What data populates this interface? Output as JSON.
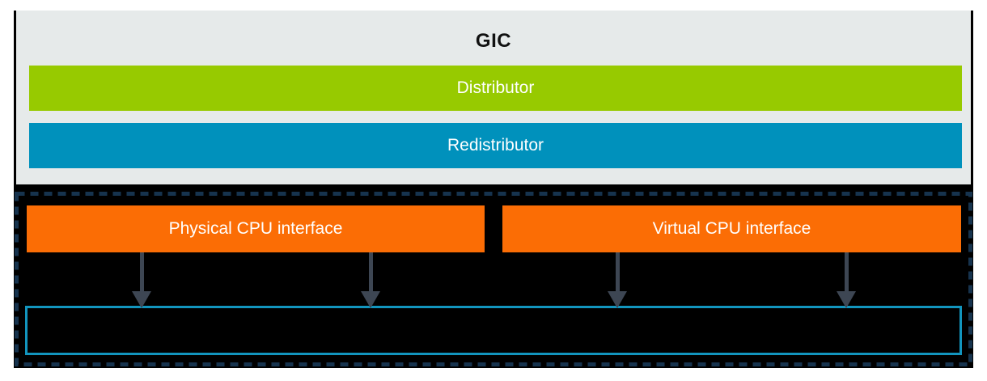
{
  "colors": {
    "panel-bg": "#E6EAEA",
    "green": "#97CA00",
    "blue": "#0091BC",
    "orange": "#FB6D05",
    "teal-border": "#1295BE",
    "navy-dash": "#16334E",
    "arrow": "#3D4653",
    "black": "#000000",
    "title-text": "#111111",
    "label-text": "#FFFFFF"
  },
  "gic": {
    "title": "GIC",
    "distributor_label": "Distributor",
    "redistributor_label": "Redistributor"
  },
  "cpu": {
    "physical_label": "Physical CPU interface",
    "virtual_label": "Virtual CPU interface"
  }
}
